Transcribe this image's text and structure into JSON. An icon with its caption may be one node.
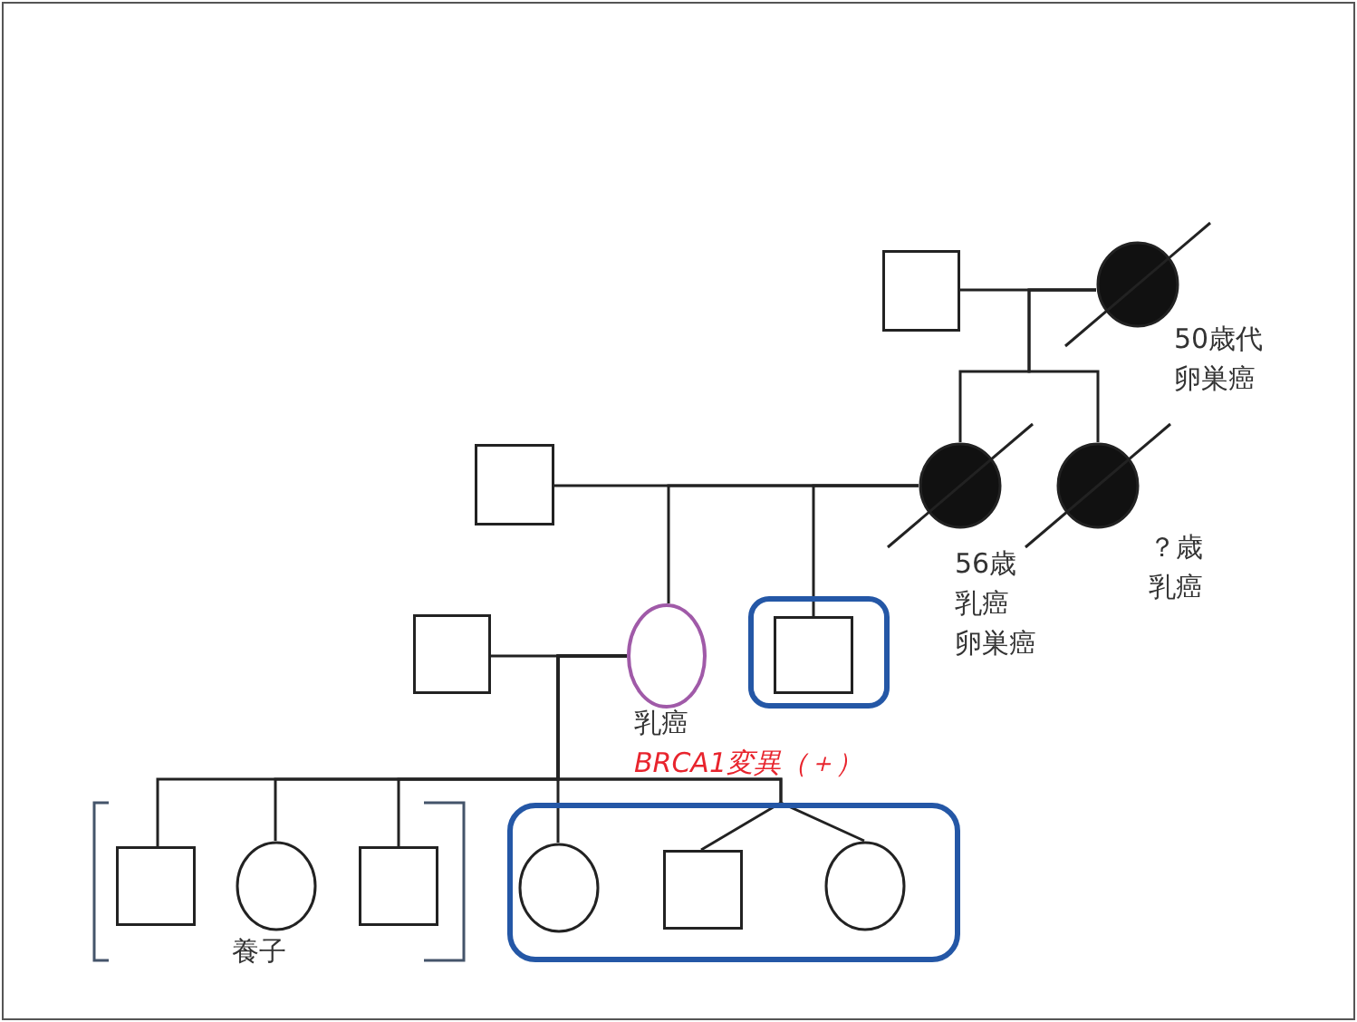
{
  "diagram": {
    "nodes": [
      {
        "text": [],
        "shape": "box"
      },
      {
        "text": [],
        "shape": "circle",
        "beside": [
          "50歳代",
          "卵巣癌"
        ]
      },
      {
        "text": [],
        "shape": "box"
      },
      {
        "text": [],
        "shape": "circle",
        "beside": [
          "56歳",
          "乳癌",
          "卵巣癌"
        ]
      },
      {
        "text": [],
        "shape": "circle",
        "beside": [
          "？歳",
          "乳癌"
        ]
      },
      {
        "text": [],
        "shape": "box"
      },
      {
        "text": [],
        "shape": "circle",
        "beside": [
          "乳癌",
          "BRCA1変異（＋）"
        ]
      },
      {
        "text": [],
        "shape": "box"
      },
      {
        "text": [],
        "shape": "box",
        "in": 7
      },
      {
        "text": [],
        "shape": "box"
      },
      {
        "text": [],
        "shape": "box"
      },
      {
        "text": [],
        "shape": "circle"
      },
      {
        "text": [],
        "shape": "box"
      },
      {
        "text": [],
        "shape": "circle",
        "in": 9
      },
      {
        "text": [],
        "shape": "box",
        "in": 9
      },
      {
        "text": [],
        "shape": "circle",
        "in": 9
      }
    ],
    "edges": [
      {
        "from": 0,
        "to": 1,
        "arrow": "none"
      },
      {
        "from": 1,
        "to": 3,
        "arrow": "none"
      },
      {
        "from": 1,
        "to": 4,
        "arrow": "none"
      },
      {
        "from": 2,
        "to": 3,
        "arrow": "none"
      },
      {
        "from": 3,
        "to": 6,
        "arrow": "none"
      },
      {
        "from": 3,
        "to": 8,
        "arrow": "none"
      },
      {
        "from": 5,
        "to": 6,
        "arrow": "none"
      },
      {
        "from": 6,
        "to": 10,
        "arrow": "none"
      },
      {
        "from": 6,
        "to": 11,
        "arrow": "none"
      },
      {
        "from": 6,
        "to": 12,
        "arrow": "none"
      },
      {
        "from": 6,
        "to": 13,
        "arrow": "none"
      },
      {
        "from": 6,
        "to": 14,
        "arrow": "none"
      },
      {
        "from": 6,
        "to": 15,
        "arrow": "none"
      }
    ],
    "labels": [
      "養子"
    ]
  }
}
